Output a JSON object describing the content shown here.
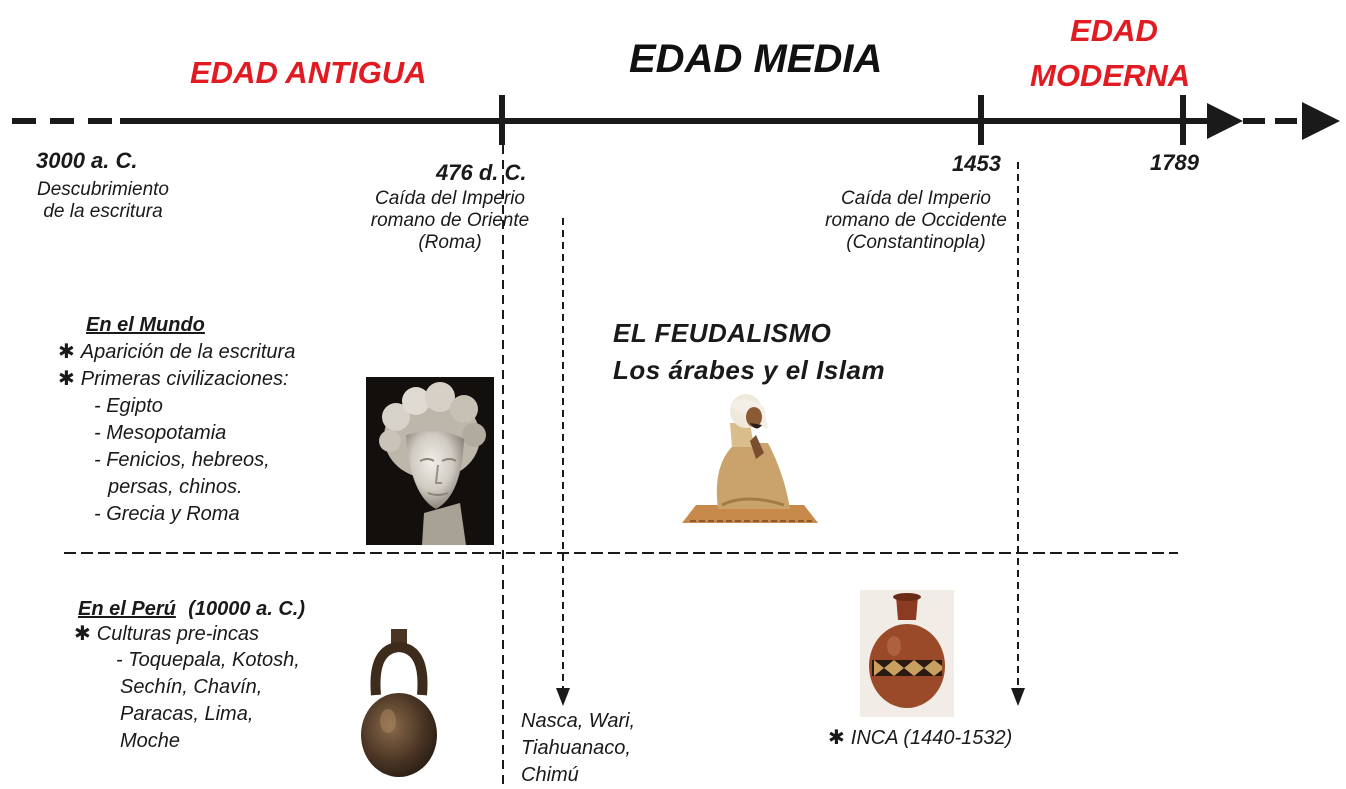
{
  "eras": {
    "antigua": "EDAD ANTIGUA",
    "media": "EDAD MEDIA",
    "moderna_line1": "EDAD",
    "moderna_line2": "MODERNA"
  },
  "dates": {
    "d3000": "3000 a. C.",
    "d476": "476 d. C.",
    "d1453": "1453",
    "d1789": "1789"
  },
  "events": {
    "escritura": [
      "Descubrimiento",
      "de la escritura"
    ],
    "roma": [
      "Caída del Imperio",
      "romano de Oriente",
      "(Roma)"
    ],
    "constantinopla": [
      "Caída del Imperio",
      "romano de Occidente",
      "(Constantinopla)"
    ]
  },
  "mundo": {
    "heading": "En el Mundo",
    "bullet_symbol": "✱",
    "item1": "Aparición de la escritura",
    "item2": "Primeras civilizaciones:",
    "sub": [
      "- Egipto",
      "- Mesopotamia",
      "- Fenicios, hebreos,",
      "persas, chinos.",
      "- Grecia y Roma"
    ]
  },
  "media_topics": {
    "line1": "EL FEUDALISMO",
    "line2": "Los árabes y el Islam"
  },
  "peru": {
    "heading": "En el Perú",
    "heading_date": "(10000 a. C.)",
    "item1": "Culturas pre-incas",
    "sub": [
      "- Toquepala, Kotosh,",
      "Sechín, Chavín,",
      "Paracas, Lima,",
      "Moche"
    ]
  },
  "cultures_media": [
    "Nasca, Wari,",
    "Tiahuanaco,",
    "Chimú"
  ],
  "inca": "INCA (1440-1532)",
  "images": [
    "greek-bust-icon",
    "praying-man-icon",
    "stirrup-vessel-icon",
    "inca-jar-icon"
  ],
  "colors": {
    "red": "#e21a22",
    "ink": "#1a1a1a"
  }
}
